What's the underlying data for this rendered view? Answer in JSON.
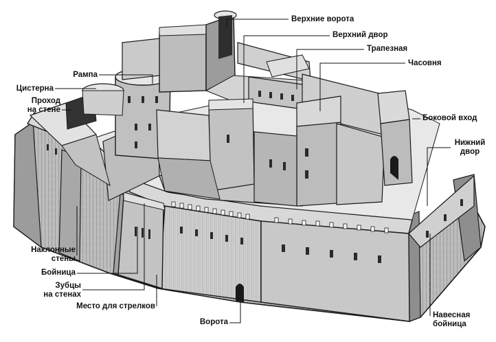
{
  "labels": {
    "upper_gate": "Верхние ворота",
    "upper_yard": "Верхний двор",
    "refectory": "Трапезная",
    "chapel": "Часовня",
    "ramp": "Рампа",
    "cistern": "Цистерна",
    "wall_walk_1": "Проход",
    "wall_walk_2": "на стене",
    "side_entrance": "Боковой вход",
    "lower_yard_1": "Нижний",
    "lower_yard_2": "двор",
    "sloped_walls_1": "Наклонные",
    "sloped_walls_2": "стены",
    "loophole": "Бойница",
    "battlements_1": "Зубцы",
    "battlements_2": "на стенах",
    "archers_post": "Место для стрелков",
    "gate": "Ворота",
    "machicolation_1": "Навесная",
    "machicolation_2": "бойница"
  },
  "colors": {
    "background": "#ffffff",
    "stone_light": "#d8d8d8",
    "stone_mid": "#b4b4b4",
    "stone_dark": "#7a7a7a",
    "outline": "#1a1a1a",
    "leader_line": "#111111"
  }
}
